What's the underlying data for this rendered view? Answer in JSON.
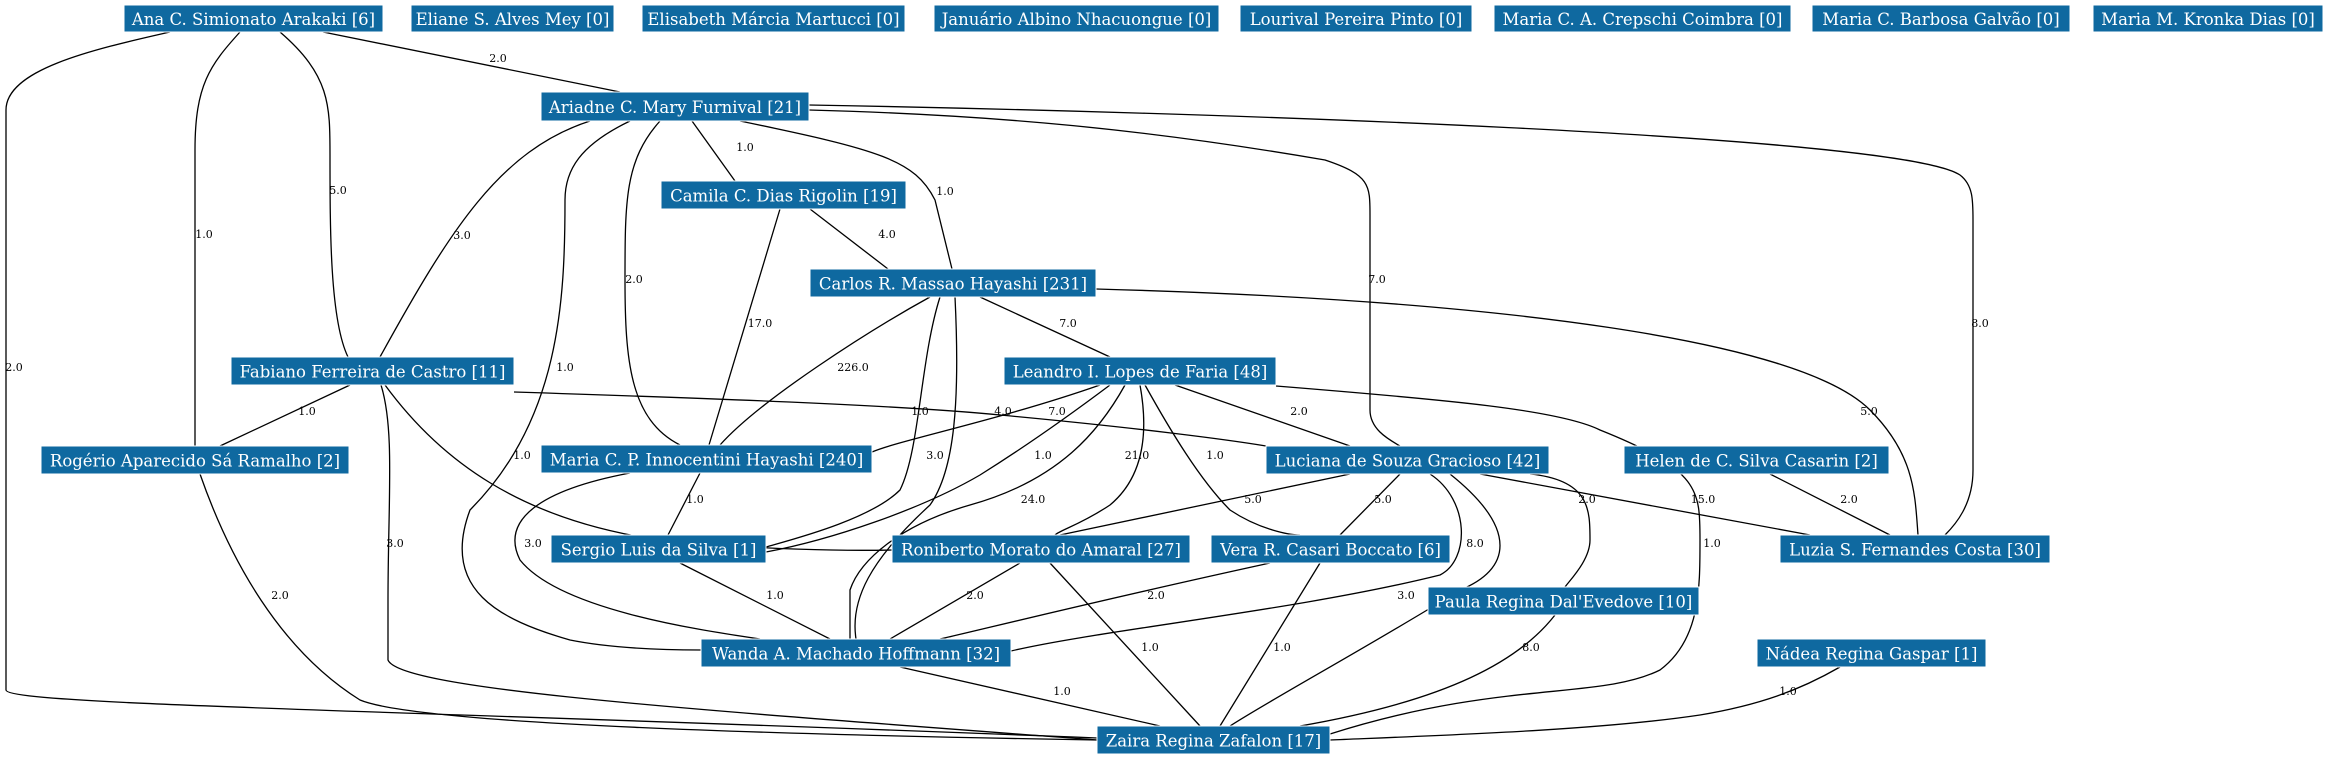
{
  "graph": {
    "node_color": "#0f69a0",
    "node_text_color": "#ffffff",
    "edge_color": "#000000",
    "nodes": [
      {
        "id": "ana",
        "label": "Ana C. Simionato Arakaki [6]"
      },
      {
        "id": "eliane",
        "label": "Eliane S. Alves Mey [0]"
      },
      {
        "id": "elisabeth",
        "label": "Elisabeth Márcia Martucci [0]"
      },
      {
        "id": "januario",
        "label": "Januário Albino Nhacuongue [0]"
      },
      {
        "id": "lourival",
        "label": "Lourival Pereira Pinto [0]"
      },
      {
        "id": "mariacrepschi",
        "label": "Maria C. A. Crepschi Coimbra [0]"
      },
      {
        "id": "mariabarbosa",
        "label": "Maria C. Barbosa Galvão [0]"
      },
      {
        "id": "mariakronka",
        "label": "Maria M. Kronka Dias [0]"
      },
      {
        "id": "ariadne",
        "label": "Ariadne C. Mary Furnival [21]"
      },
      {
        "id": "camila",
        "label": "Camila C. Dias Rigolin [19]"
      },
      {
        "id": "carlos",
        "label": "Carlos R. Massao Hayashi [231]"
      },
      {
        "id": "fabiano",
        "label": "Fabiano Ferreira de Castro [11]"
      },
      {
        "id": "leandro",
        "label": "Leandro I. Lopes de Faria [48]"
      },
      {
        "id": "rogerio",
        "label": "Rogério Aparecido Sá Ramalho [2]"
      },
      {
        "id": "mariainno",
        "label": "Maria C. P. Innocentini Hayashi [240]"
      },
      {
        "id": "luciana",
        "label": "Luciana de Souza Gracioso [42]"
      },
      {
        "id": "helen",
        "label": "Helen de C. Silva Casarin [2]"
      },
      {
        "id": "sergio",
        "label": "Sergio Luis da Silva [1]"
      },
      {
        "id": "roniberto",
        "label": "Roniberto Morato do Amaral [27]"
      },
      {
        "id": "vera",
        "label": "Vera R. Casari Boccato [6]"
      },
      {
        "id": "luzia",
        "label": "Luzia S. Fernandes Costa [30]"
      },
      {
        "id": "paula",
        "label": "Paula Regina Dal'Evedove [10]"
      },
      {
        "id": "wanda",
        "label": "Wanda A. Machado Hoffmann [32]"
      },
      {
        "id": "nadea",
        "label": "Nádea Regina Gaspar [1]"
      },
      {
        "id": "zaira",
        "label": "Zaira Regina Zafalon [17]"
      }
    ],
    "edges": [
      {
        "from": "ana",
        "to": "ariadne",
        "label": "2.0"
      },
      {
        "from": "ana",
        "to": "fabiano",
        "label": "5.0"
      },
      {
        "from": "ana",
        "to": "rogerio",
        "label": "1.0"
      },
      {
        "from": "ana",
        "to": "zaira",
        "label": "2.0"
      },
      {
        "from": "ariadne",
        "to": "camila",
        "label": "1.0"
      },
      {
        "from": "ariadne",
        "to": "carlos",
        "label": "1.0"
      },
      {
        "from": "ariadne",
        "to": "fabiano",
        "label": "3.0"
      },
      {
        "from": "ariadne",
        "to": "mariainno",
        "label": "2.0"
      },
      {
        "from": "ariadne",
        "to": "wanda",
        "label": "1.0"
      },
      {
        "from": "ariadne",
        "to": "luciana",
        "label": "7.0"
      },
      {
        "from": "ariadne",
        "to": "luzia",
        "label": "8.0"
      },
      {
        "from": "camila",
        "to": "carlos",
        "label": "4.0"
      },
      {
        "from": "camila",
        "to": "mariainno",
        "label": "17.0"
      },
      {
        "from": "carlos",
        "to": "leandro",
        "label": "7.0"
      },
      {
        "from": "carlos",
        "to": "mariainno",
        "label": "226.0"
      },
      {
        "from": "carlos",
        "to": "sergio",
        "label": "1.0"
      },
      {
        "from": "carlos",
        "to": "wanda",
        "label": "3.0"
      },
      {
        "from": "carlos",
        "to": "luzia",
        "label": "5.0"
      },
      {
        "from": "fabiano",
        "to": "rogerio",
        "label": "1.0"
      },
      {
        "from": "fabiano",
        "to": "luciana",
        "label": "4.0"
      },
      {
        "from": "fabiano",
        "to": "roniberto",
        "label": "1.0"
      },
      {
        "from": "fabiano",
        "to": "zaira",
        "label": "3.0"
      },
      {
        "from": "leandro",
        "to": "mariainno",
        "label": "7.0"
      },
      {
        "from": "leandro",
        "to": "sergio",
        "label": "1.0"
      },
      {
        "from": "leandro",
        "to": "wanda",
        "label": "24.0"
      },
      {
        "from": "leandro",
        "to": "roniberto",
        "label": "21.0"
      },
      {
        "from": "leandro",
        "to": "vera",
        "label": "1.0"
      },
      {
        "from": "leandro",
        "to": "luciana",
        "label": "2.0"
      },
      {
        "from": "leandro",
        "to": "zaira",
        "label": "1.0"
      },
      {
        "from": "rogerio",
        "to": "zaira",
        "label": "2.0"
      },
      {
        "from": "mariainno",
        "to": "sergio",
        "label": "1.0"
      },
      {
        "from": "mariainno",
        "to": "wanda",
        "label": "3.0"
      },
      {
        "from": "luciana",
        "to": "roniberto",
        "label": "5.0"
      },
      {
        "from": "luciana",
        "to": "vera",
        "label": "5.0"
      },
      {
        "from": "luciana",
        "to": "luzia",
        "label": "15.0"
      },
      {
        "from": "luciana",
        "to": "paula",
        "label": "2.0"
      },
      {
        "from": "luciana",
        "to": "wanda",
        "label": "8.0"
      },
      {
        "from": "luciana",
        "to": "zaira",
        "label": "3.0"
      },
      {
        "from": "helen",
        "to": "luzia",
        "label": "2.0"
      },
      {
        "from": "sergio",
        "to": "wanda",
        "label": "1.0"
      },
      {
        "from": "roniberto",
        "to": "wanda",
        "label": "2.0"
      },
      {
        "from": "roniberto",
        "to": "zaira",
        "label": "1.0"
      },
      {
        "from": "vera",
        "to": "wanda",
        "label": "2.0"
      },
      {
        "from": "vera",
        "to": "zaira",
        "label": "1.0"
      },
      {
        "from": "paula",
        "to": "zaira",
        "label": "8.0"
      },
      {
        "from": "wanda",
        "to": "zaira",
        "label": "1.0"
      },
      {
        "from": "nadea",
        "to": "zaira",
        "label": "1.0"
      }
    ]
  }
}
